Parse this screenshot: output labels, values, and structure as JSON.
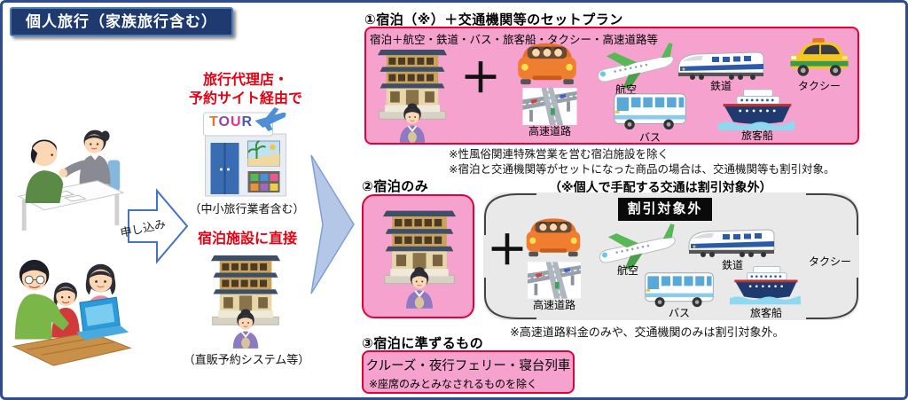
{
  "colors": {
    "outer_border": "#2F4C8E",
    "badge_bg": "#1E3A6E",
    "pink_fill": "#F5A3CE",
    "red_border": "#E60033",
    "red_text": "#E60012",
    "gray_box": "#E9E9E9",
    "excluded_badge_bg": "#0A0A0A",
    "arrow_blue": "#B4C7E7"
  },
  "header": {
    "title": "個人旅行（家族旅行含む）"
  },
  "flow": {
    "apply_label": "申し込み"
  },
  "middle": {
    "agency_heading_line1": "旅行代理店・",
    "agency_heading_line2": "予約サイト経由で",
    "tour_letters": [
      "T",
      "O",
      "U",
      "R"
    ],
    "agency_caption": "（中小旅行業者含む）",
    "direct_heading": "宿泊施設に直接",
    "direct_caption": "（直販予約システム等）"
  },
  "section1": {
    "heading": "①宿泊（※）＋交通機関等のセットプラン",
    "box_label": "宿泊＋航空・鉄道・バス・旅客船・タクシー・高速道路等",
    "plus": "＋",
    "labels": {
      "highway": "高速道路",
      "air": "航空",
      "rail": "鉄道",
      "taxi": "タクシー",
      "bus": "バス",
      "ship": "旅客船"
    },
    "note1": "※性風俗関連特殊営業を営む宿泊施設を除く",
    "note2": "※宿泊と交通機関等がセットになった商品の場合は、交通機関等も割引対象。"
  },
  "section2": {
    "heading": "②宿泊のみ",
    "subnote": "（※個人で手配する交通は割引対象外）",
    "excluded_badge": "割引対象外",
    "plus": "＋",
    "labels": {
      "highway": "高速道路",
      "air": "航空",
      "rail": "鉄道",
      "taxi": "タクシー",
      "bus": "バス",
      "ship": "旅客船"
    },
    "note": "※高速道路料金のみや、交通機関のみは割引対象外。"
  },
  "section3": {
    "heading": "③宿泊に準ずるもの",
    "line1": "クルーズ・夜行フェリー・寝台列車",
    "line2": "※座席のみとみなされるものを除く"
  }
}
